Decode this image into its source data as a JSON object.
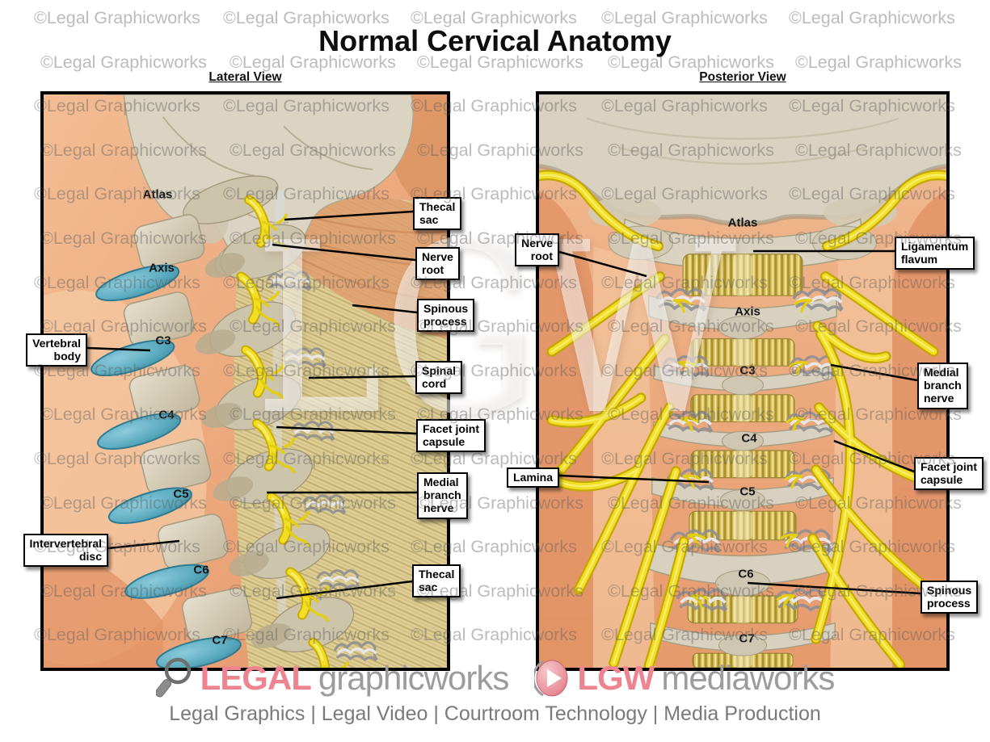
{
  "title": "Normal Cervical Anatomy",
  "watermark": {
    "text": "©Legal Graphicworks",
    "center_text": "LGW"
  },
  "panels": {
    "lateral": {
      "heading": "Lateral View",
      "levels": [
        "Atlas",
        "Axis",
        "C3",
        "C4",
        "C5",
        "C6",
        "C7"
      ],
      "labels": [
        {
          "id": "vertebral-body",
          "text": "Vertebral\nbody"
        },
        {
          "id": "intervertebral-disc",
          "text": "Intervertebral\ndisc"
        },
        {
          "id": "thecal-sac-upper",
          "text": "Thecal\nsac"
        },
        {
          "id": "nerve-root",
          "text": "Nerve\nroot"
        },
        {
          "id": "spinous-process",
          "text": "Spinous\nprocess"
        },
        {
          "id": "spinal-cord",
          "text": "Spinal\ncord"
        },
        {
          "id": "facet-joint-capsule",
          "text": "Facet joint\ncapsule"
        },
        {
          "id": "medial-branch-nerve",
          "text": "Medial\nbranch\nnerve"
        },
        {
          "id": "thecal-sac-lower",
          "text": "Thecal\nsac"
        }
      ]
    },
    "posterior": {
      "heading": "Posterior View",
      "levels": [
        "Atlas",
        "Axis",
        "C3",
        "C4",
        "C5",
        "C6",
        "C7"
      ],
      "labels": [
        {
          "id": "nerve-root-post",
          "text": "Nerve\nroot"
        },
        {
          "id": "lamina",
          "text": "Lamina"
        },
        {
          "id": "ligamentum-flavum",
          "text": "Ligamentum\nflavum"
        },
        {
          "id": "medial-branch-nerve-post",
          "text": "Medial\nbranch\nnerve"
        },
        {
          "id": "facet-joint-capsule-post",
          "text": "Facet joint\ncapsule"
        },
        {
          "id": "spinous-process-post",
          "text": "Spinous\nprocess"
        }
      ]
    }
  },
  "footer": {
    "logo": {
      "word1": "LEGAL",
      "word2": "graphicworks",
      "word3": "LGW",
      "word4": "mediaworks"
    },
    "tagline": "Legal Graphics | Legal Video | Courtroom Technology | Media Production"
  },
  "colors": {
    "accent_pink": "#ee8490",
    "logo_gray": "#9c9c9c",
    "nerve_yellow": "#f2df25",
    "disc_teal": "#55a6bb",
    "bone": "#dbd4c2",
    "skin": "#eca87c",
    "watermark_gray": "#8a8a8a"
  }
}
